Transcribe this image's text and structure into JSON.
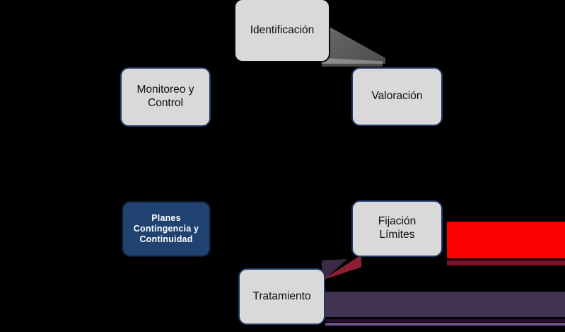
{
  "diagram": {
    "type": "cycle-process-diagram",
    "background_color": "#000000",
    "nodes": [
      {
        "id": "identificacion",
        "label": "Identificación",
        "fill": "#d9d9d9",
        "border": "#0a0a0a",
        "text_color": "#0d0d0d",
        "position": "top-center"
      },
      {
        "id": "valoracion",
        "label": "Valoración",
        "fill": "#d9d9d9",
        "border": "#1f3864",
        "text_color": "#0d0d0d",
        "position": "upper-right"
      },
      {
        "id": "fijacion-limites",
        "label": "Fijación\nLímites",
        "fill": "#d9d9d9",
        "border": "#1f3864",
        "text_color": "#0d0d0d",
        "position": "lower-right"
      },
      {
        "id": "tratamiento",
        "label": "Tratamiento",
        "fill": "#d9d9d9",
        "border": "#1f3864",
        "text_color": "#0d0d0d",
        "position": "bottom-center"
      },
      {
        "id": "planes-contingencia",
        "label": "Planes\nContingencia y\nContinuidad",
        "fill": "#1f4271",
        "border": "#0d1b2e",
        "text_color": "#ffffff",
        "position": "lower-left"
      },
      {
        "id": "monitoreo-control",
        "label": "Monitoreo y\nControl",
        "fill": "#d9d9d9",
        "border": "#1f3864",
        "text_color": "#0d0d0d",
        "position": "upper-left"
      }
    ],
    "shapes": [
      {
        "id": "red-block",
        "color": "#fb0000",
        "kind": "rectangle"
      },
      {
        "id": "red-underline",
        "color": "#7e1024",
        "kind": "rectangle"
      },
      {
        "id": "purple-band",
        "color": "#413452",
        "kind": "rectangle"
      },
      {
        "id": "purple-line-dark",
        "color": "#2b0f33",
        "kind": "rectangle"
      },
      {
        "id": "purple-line-light",
        "color": "#6c4f86",
        "kind": "rectangle"
      },
      {
        "id": "arrow-to-tratamiento",
        "color": "#8e1f33",
        "kind": "arrowhead"
      },
      {
        "id": "shadow-identificacion",
        "color": "#8a8a8a",
        "kind": "drop-shadow-wedge"
      }
    ]
  }
}
